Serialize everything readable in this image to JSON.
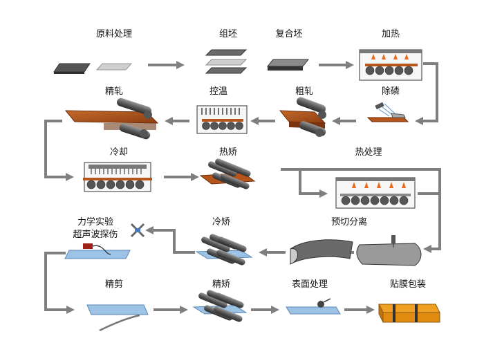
{
  "steps": [
    {
      "id": "raw",
      "label": "原料处理"
    },
    {
      "id": "assemble",
      "label": "组坯"
    },
    {
      "id": "composite",
      "label": "复合坯"
    },
    {
      "id": "heat",
      "label": "加热"
    },
    {
      "id": "finish_roll",
      "label": "精轧"
    },
    {
      "id": "temp_control",
      "label": "控温"
    },
    {
      "id": "rough_roll",
      "label": "粗轧"
    },
    {
      "id": "descale",
      "label": "除磷"
    },
    {
      "id": "cool",
      "label": "冷却"
    },
    {
      "id": "hot_level",
      "label": "热矫"
    },
    {
      "id": "heat_treat",
      "label": "热处理"
    },
    {
      "id": "mech_test",
      "label": "力学实验"
    },
    {
      "id": "ut_test",
      "label": "超声波探伤"
    },
    {
      "id": "cold_level",
      "label": "冷矫"
    },
    {
      "id": "pre_cut",
      "label": "预切分离"
    },
    {
      "id": "fine_cut",
      "label": "精剪"
    },
    {
      "id": "fine_level",
      "label": "精矫"
    },
    {
      "id": "surface",
      "label": "表面处理"
    },
    {
      "id": "pack",
      "label": "贴膜包装"
    }
  ],
  "colors": {
    "arrow": "#7f7f7f",
    "steel_dark": "#555555",
    "steel_light": "#c8c8c8",
    "copper": "#b5541b",
    "blue_plate": "#9cc3e6",
    "flame": "#e86a1a"
  }
}
